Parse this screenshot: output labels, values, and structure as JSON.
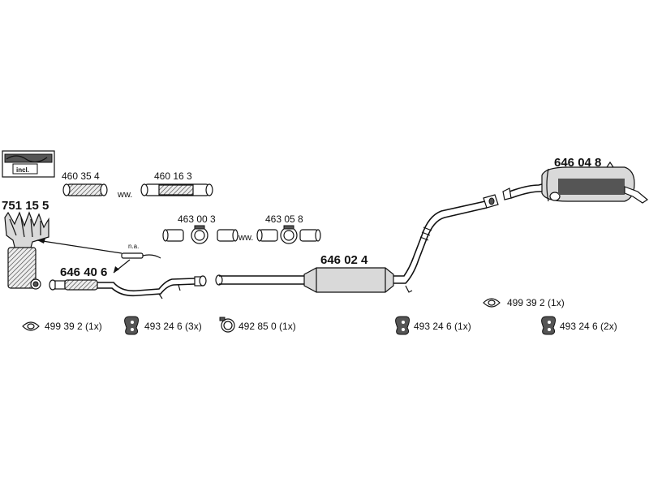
{
  "parts": {
    "incl_label": "incl.",
    "manifold": "751 15 5",
    "flex_pipe_1": "460 35 4",
    "flex_pipe_2": "460 16 3",
    "clamp_1": "463 00 3",
    "clamp_2": "463 05 8",
    "na_label": "n.a.",
    "front_pipe": "646 40 6",
    "middle_silencer": "646 02 4",
    "rear_silencer": "646 04 8",
    "ww_1": "ww.",
    "ww_2": "ww."
  },
  "fittings": [
    {
      "code": "499 39 2 (1x)",
      "icon": "gasket-ring-icon"
    },
    {
      "code": "493 24 6 (3x)",
      "icon": "rubber-mount-icon"
    },
    {
      "code": "492 85 0 (1x)",
      "icon": "clamp-ring-icon"
    },
    {
      "code": "493 24 6 (1x)",
      "icon": "rubber-mount-icon"
    },
    {
      "code": "499 39 2 (1x)",
      "icon": "gasket-ring-icon"
    },
    {
      "code": "493 24 6 (2x)",
      "icon": "rubber-mount-icon"
    }
  ]
}
